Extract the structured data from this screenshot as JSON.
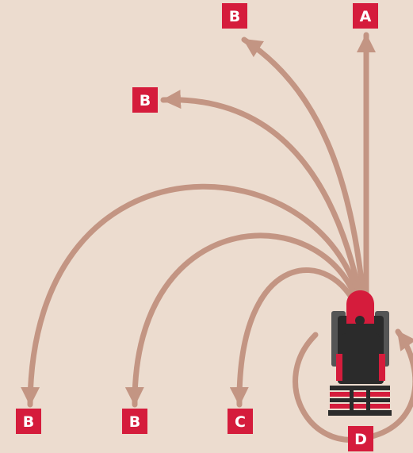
{
  "colors": {
    "background": "#ecdccf",
    "path_arrow": "#c39583",
    "label_box": "#d51c3c",
    "label_text": "#ffffff",
    "machine_body": "#2b2b2b",
    "machine_panel": "#555555",
    "machine_accent": "#d51c3c"
  },
  "labels": {
    "a_top": "A",
    "b_top": "B",
    "b_upper_left": "B",
    "b_far_left": "B",
    "b_mid_left": "B",
    "c": "C",
    "d": "D"
  },
  "machine": {
    "icon": "zero-turn-mower-icon"
  }
}
